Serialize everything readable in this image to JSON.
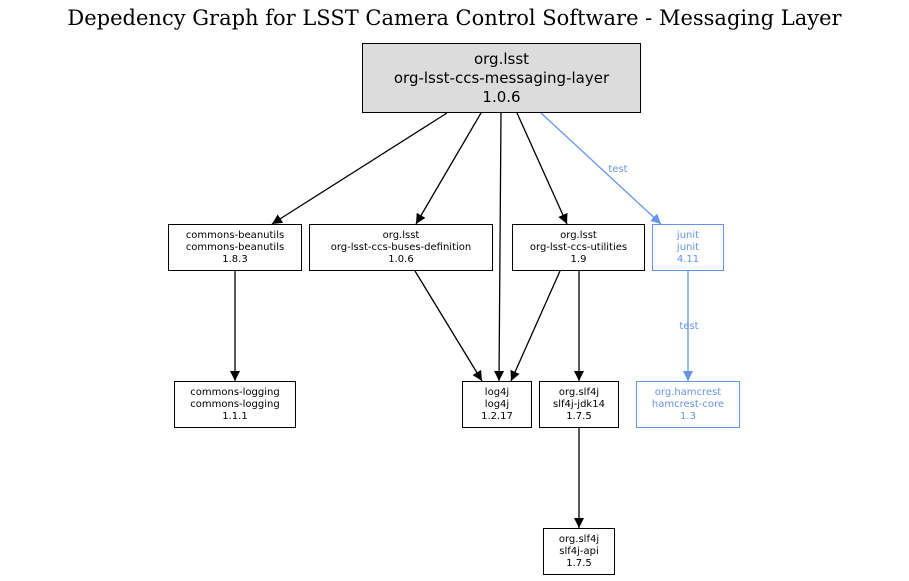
{
  "title": "Depedency Graph for LSST Camera Control Software - Messaging Layer",
  "colors": {
    "compile": "#000000",
    "test": "#6495ed",
    "root_fill": "#dcdcdc"
  },
  "nodes": [
    {
      "id": "root",
      "group": "org.lsst",
      "artifact": "org-lsst-ccs-messaging-layer",
      "version": "1.0.6",
      "scope": "root"
    },
    {
      "id": "beanutils",
      "group": "commons-beanutils",
      "artifact": "commons-beanutils",
      "version": "1.8.3",
      "scope": "compile"
    },
    {
      "id": "buses",
      "group": "org.lsst",
      "artifact": "org-lsst-ccs-buses-definition",
      "version": "1.0.6",
      "scope": "compile"
    },
    {
      "id": "utilities",
      "group": "org.lsst",
      "artifact": "org-lsst-ccs-utilities",
      "version": "1.9",
      "scope": "compile"
    },
    {
      "id": "junit",
      "group": "junit",
      "artifact": "junit",
      "version": "4.11",
      "scope": "test"
    },
    {
      "id": "logging",
      "group": "commons-logging",
      "artifact": "commons-logging",
      "version": "1.1.1",
      "scope": "compile"
    },
    {
      "id": "log4j",
      "group": "log4j",
      "artifact": "log4j",
      "version": "1.2.17",
      "scope": "compile"
    },
    {
      "id": "jdk14",
      "group": "org.slf4j",
      "artifact": "slf4j-jdk14",
      "version": "1.7.5",
      "scope": "compile"
    },
    {
      "id": "hamcrest",
      "group": "org.hamcrest",
      "artifact": "hamcrest-core",
      "version": "1.3",
      "scope": "test"
    },
    {
      "id": "slf4japi",
      "group": "org.slf4j",
      "artifact": "slf4j-api",
      "version": "1.7.5",
      "scope": "compile"
    }
  ],
  "edges": [
    {
      "from": "root",
      "to": "beanutils",
      "label": ""
    },
    {
      "from": "root",
      "to": "buses",
      "label": ""
    },
    {
      "from": "root",
      "to": "log4j",
      "label": ""
    },
    {
      "from": "root",
      "to": "utilities",
      "label": ""
    },
    {
      "from": "root",
      "to": "junit",
      "label": "test"
    },
    {
      "from": "beanutils",
      "to": "logging",
      "label": ""
    },
    {
      "from": "buses",
      "to": "log4j",
      "label": ""
    },
    {
      "from": "utilities",
      "to": "log4j",
      "label": ""
    },
    {
      "from": "utilities",
      "to": "jdk14",
      "label": ""
    },
    {
      "from": "junit",
      "to": "hamcrest",
      "label": "test"
    },
    {
      "from": "jdk14",
      "to": "slf4japi",
      "label": ""
    }
  ]
}
